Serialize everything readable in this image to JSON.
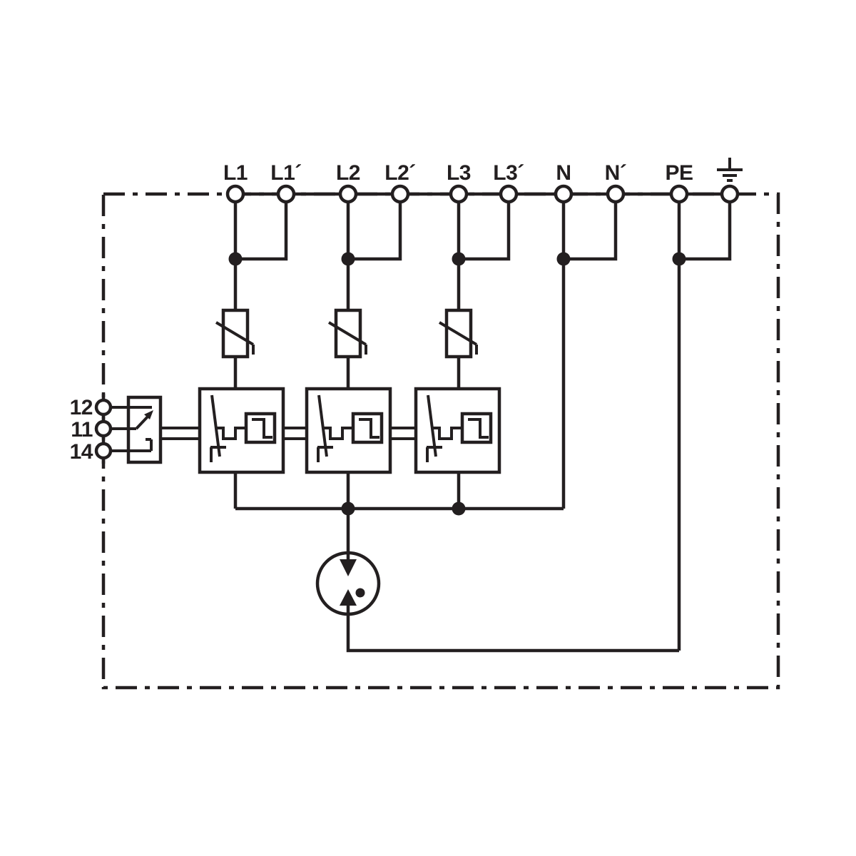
{
  "colors": {
    "line": "#231f20",
    "background": "#ffffff"
  },
  "terminals": {
    "top": [
      {
        "label": "L1"
      },
      {
        "label": "L1´"
      },
      {
        "label": "L2"
      },
      {
        "label": "L2´"
      },
      {
        "label": "L3"
      },
      {
        "label": "L3´"
      },
      {
        "label": "N"
      },
      {
        "label": "N´"
      },
      {
        "label": "PE"
      }
    ],
    "earth": {
      "icon": "earth-ground-icon"
    },
    "aux": [
      {
        "label": "12"
      },
      {
        "label": "11"
      },
      {
        "label": "14"
      }
    ]
  },
  "components": {
    "boundary": "device-outline-dash-dot",
    "varistor": "varistor-icon",
    "spark_gap": "triggered-spark-gap-icon",
    "disconnector": "thermal-disconnector-icon",
    "signal_indicator": "remote-signalling-icon",
    "changeover_contact": "changeover-contact-icon",
    "junction": "junction-dot"
  }
}
